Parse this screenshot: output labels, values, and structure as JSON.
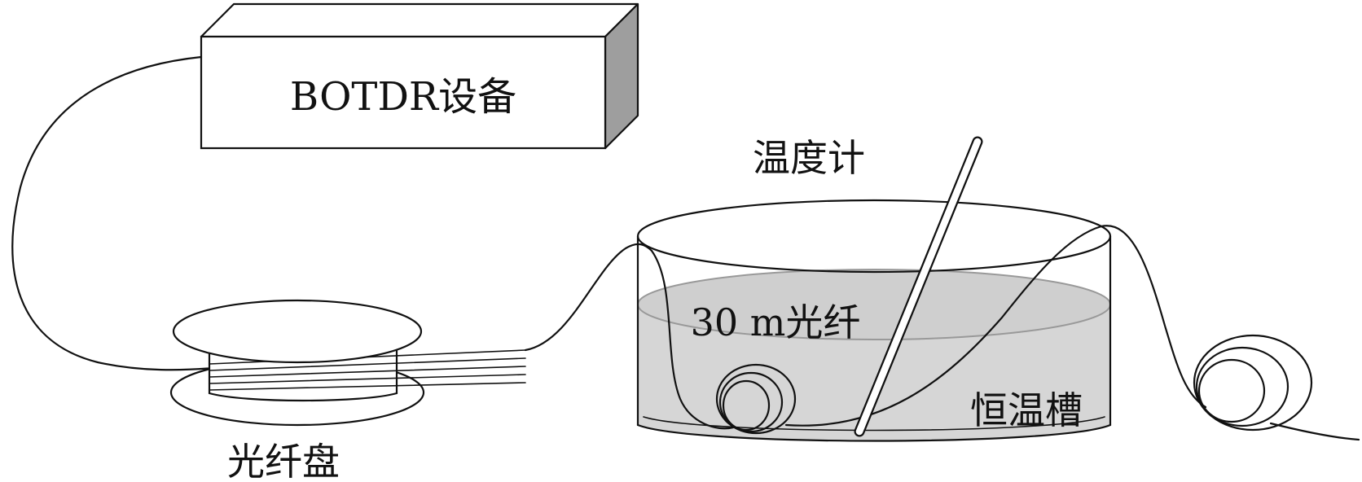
{
  "labels": {
    "device": "BOTDR设备",
    "thermometer": "温度计",
    "fiber_30m": "30 m光纤",
    "bath": "恒温槽",
    "spool": "光纤盘"
  },
  "colors": {
    "line": "#111111",
    "box_side": "#9e9e9e",
    "water": "#d6d6d6",
    "water_surface": "#cfcfcf",
    "background": "#ffffff"
  }
}
